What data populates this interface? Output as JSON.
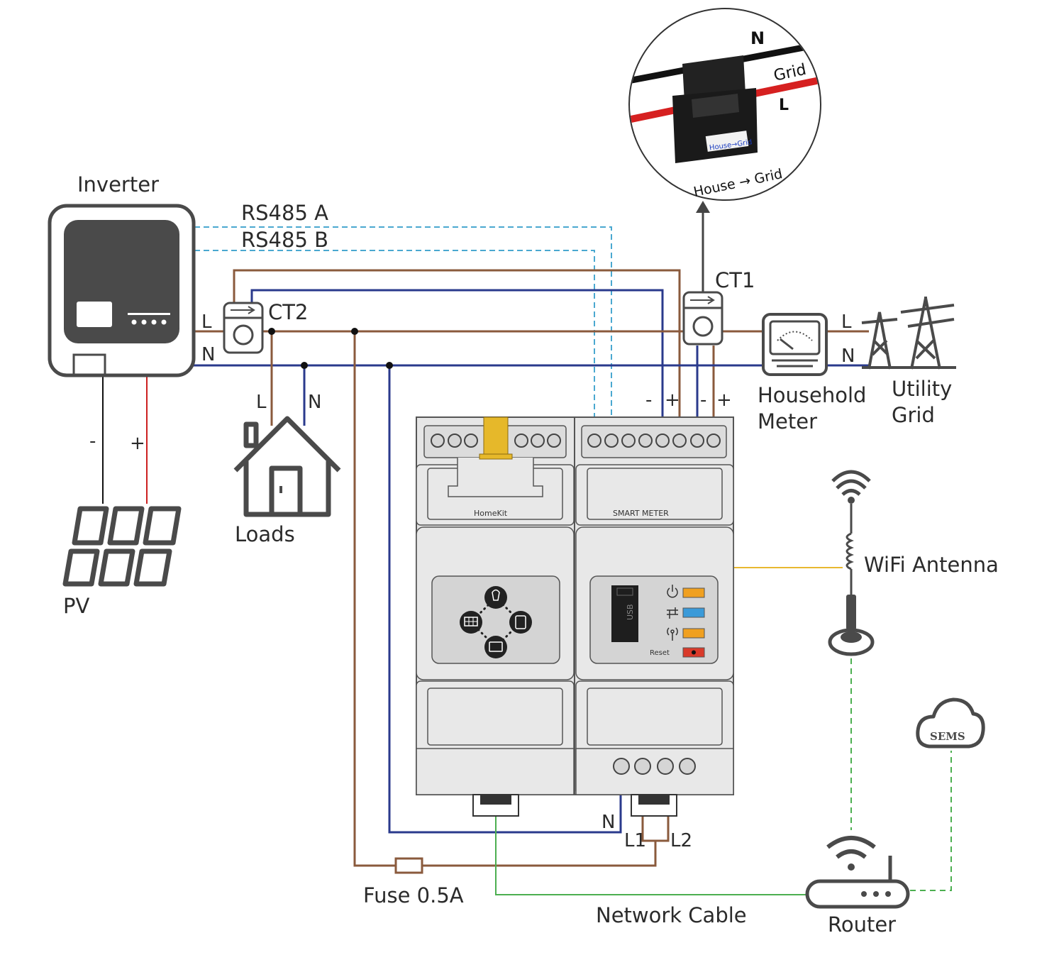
{
  "labels": {
    "inverter": "Inverter",
    "rs485a": "RS485 A",
    "rs485b": "RS485 B",
    "ct1": "CT1",
    "ct2": "CT2",
    "inv_L": "L",
    "inv_N": "N",
    "load_L": "L",
    "load_N": "N",
    "loads": "Loads",
    "pv": "PV",
    "pv_minus": "-",
    "pv_plus": "+",
    "term_minus_1": "-",
    "term_plus_1": "+",
    "term_minus_2": "-",
    "term_plus_2": "+",
    "household_meter_line1": "Household",
    "household_meter_line2": "Meter",
    "utility_grid_line1": "Utility",
    "utility_grid_line2": "Grid",
    "grid_L": "L",
    "grid_N": "N",
    "wifi_antenna": "WiFi Antenna",
    "homekit": "HomeKit",
    "smart_meter": "SMART METER",
    "usb": "USB",
    "reset": "Reset",
    "sems": "SEMS",
    "router": "Router",
    "network_cable": "Network Cable",
    "fuse": "Fuse 0.5A",
    "bottom_N": "N",
    "bottom_L1": "L1",
    "bottom_L2": "L2",
    "inset_N": "N",
    "inset_grid": "Grid",
    "inset_L": "L",
    "inset_label_small": "House→Grid",
    "inset_house_grid": "House → Grid"
  },
  "colors": {
    "brown": "#8a5a3c",
    "navy": "#2a3a8c",
    "cyan_dashed": "#4aa8d0",
    "green": "#4caf50",
    "yellow": "#e8b830",
    "red": "#cc2020",
    "orange_led": "#f0a020",
    "blue_led": "#3a9ad9",
    "dark": "#4a4a4a"
  }
}
